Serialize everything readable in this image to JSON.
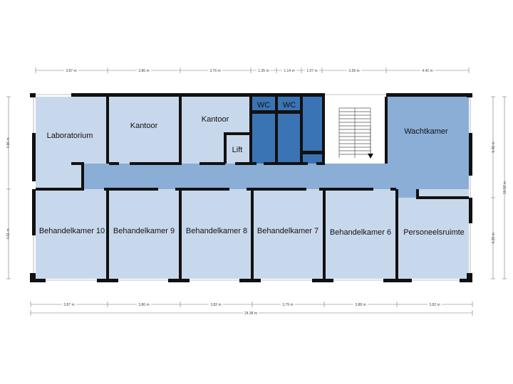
{
  "rooms": {
    "laboratorium": "Laboratorium",
    "kantoor_1": "Kantoor",
    "kantoor_2": "Kantoor",
    "wc_1": "WC",
    "wc_2": "WC",
    "lift": "Lift",
    "wachtkamer": "Wachtkamer",
    "behandelkamer_10": "Behandelkamer 10",
    "behandelkamer_9": "Behandelkamer 9",
    "behandelkamer_8": "Behandelkamer 8",
    "behandelkamer_7": "Behandelkamer 7",
    "behandelkamer_6": "Behandelkamer 6",
    "personeelsruimte": "Personeelsruimte"
  },
  "dimensions": {
    "top": [
      "3.87 m",
      "3.86 m",
      "3.76 m",
      "1.35 m",
      "1.14 m",
      "1.07 m",
      "3.28 m",
      "4.42 m"
    ],
    "bottom": [
      "3.87 m",
      "3.86 m",
      "3.82 m",
      "3.79 m",
      "3.88 m",
      "3.82 m"
    ],
    "total_width": "24.38 m",
    "left_upper": "4.96 m",
    "left_lower": "4.61 m",
    "right_upper": "5.49 m",
    "right_lower": "4.29 m",
    "right_total": "10.52 m"
  },
  "colors": {
    "room_fill": "#c8d8ec",
    "corridor_fill": "#8aaed6",
    "wachtkamer_fill": "#8aaed6",
    "wc_fill": "#3b74b4",
    "wall": "#111111"
  }
}
